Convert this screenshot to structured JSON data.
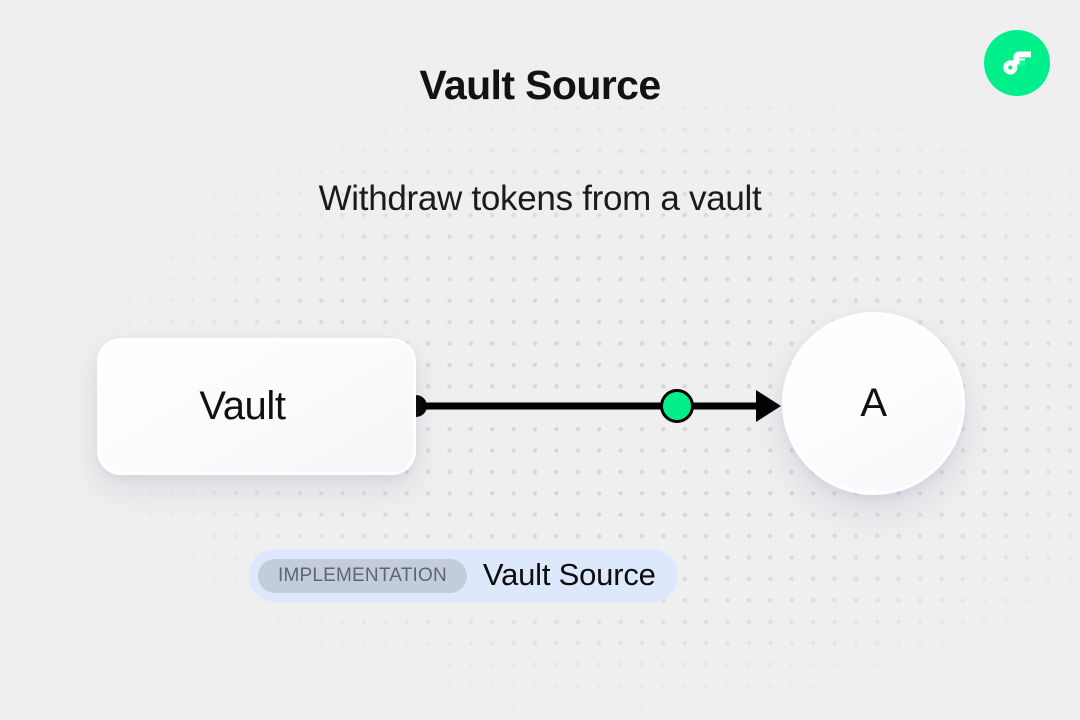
{
  "header": {
    "title": "Vault Source",
    "subtitle": "Withdraw tokens from a vault",
    "logo_icon": "flow-logo-icon",
    "logo_color": "#00ef8b"
  },
  "diagram": {
    "nodes": [
      {
        "id": "vault",
        "label": "Vault",
        "shape": "rounded-rect"
      },
      {
        "id": "a",
        "label": "A",
        "shape": "circle"
      }
    ],
    "edge": {
      "from": "vault",
      "to": "a",
      "source_handle_color": "#000000",
      "midpoint_node_color": "#00ef8b",
      "line_color": "#000000",
      "arrow_icon": "arrow-right-icon"
    }
  },
  "badge": {
    "tag": "IMPLEMENTATION",
    "name": "Vault Source",
    "background_color": "#dde8fc",
    "tag_background_color": "#c3ccdb",
    "tag_text_color": "#5d6576"
  },
  "canvas": {
    "background_color": "#efefef",
    "dot_color": "#d7d7d9"
  }
}
